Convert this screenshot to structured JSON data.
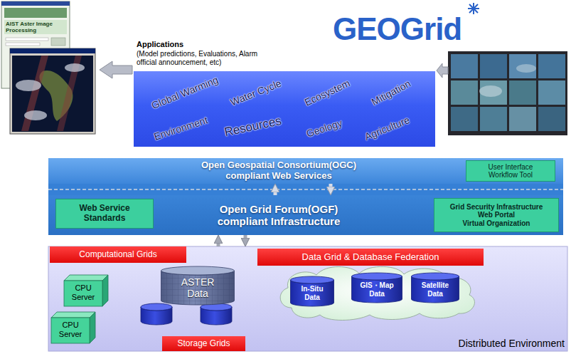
{
  "diagram": {
    "nodes": [
      {
        "text": [
          "Applications",
          "(Model predictions, Evaluations, Alarm official announcement, etc)",
          "Global Warming",
          "Environment",
          "Water Cycle",
          "Resources",
          "Ecosystem",
          "Geology",
          "Mitigation",
          "Agriculture"
        ]
      },
      {
        "text": [
          "Open Geospatial Consortium(OGC) compliant Web Services"
        ]
      },
      {
        "text": [
          "User Interface",
          "Workflow Tool"
        ],
        "in": 1
      },
      {
        "text": [
          "Open Grid Forum(OGF) compliant Infrastructure"
        ]
      },
      {
        "text": [
          "Web Service Standards"
        ],
        "in": 3
      },
      {
        "text": [
          "Grid Security Infrastructure",
          "Web Portal",
          "Virtual Organization"
        ],
        "in": 3
      },
      {
        "text": [
          "Distributed Environment"
        ]
      },
      {
        "text": [
          "Computational Grids"
        ],
        "in": 6
      },
      {
        "text": [
          "Data Grid & Database Federation"
        ],
        "in": 6
      },
      {
        "text": [
          "CPU Server"
        ],
        "in": 6
      },
      {
        "text": [
          "CPU Server"
        ],
        "in": 6
      },
      {
        "text": [
          "ASTER Data"
        ],
        "in": 6
      },
      {
        "text": [
          "In-Situ Data"
        ],
        "in": 6
      },
      {
        "text": [
          "GIS・Map Data"
        ],
        "in": 6
      },
      {
        "text": [
          "Satellite Data"
        ],
        "in": 6
      },
      {
        "text": [
          "Storage Grids"
        ],
        "in": 6
      }
    ],
    "edges": [
      {
        "from": 3,
        "to": 1,
        "arrow": "to"
      },
      {
        "from": 1,
        "to": 3,
        "arrow": "to"
      },
      {
        "from": 6,
        "to": 3,
        "arrow": "to"
      },
      {
        "from": 3,
        "to": 6,
        "arrow": "to"
      }
    ],
    "labels": [
      "GEOGrid",
      "AIST Aster Image Processing"
    ]
  }
}
